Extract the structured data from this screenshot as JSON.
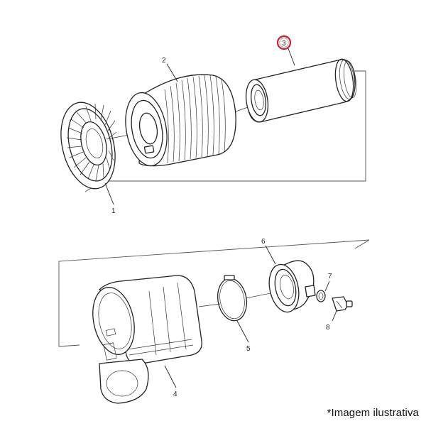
{
  "callouts": {
    "p1": "1",
    "p2": "2",
    "p3": "3",
    "p4": "4",
    "p5": "5",
    "p6": "6",
    "p7": "7",
    "p8": "8"
  },
  "highlight": {
    "callout": "3",
    "color": "#c8202b"
  },
  "caption": "*Imagem ilustrativa"
}
